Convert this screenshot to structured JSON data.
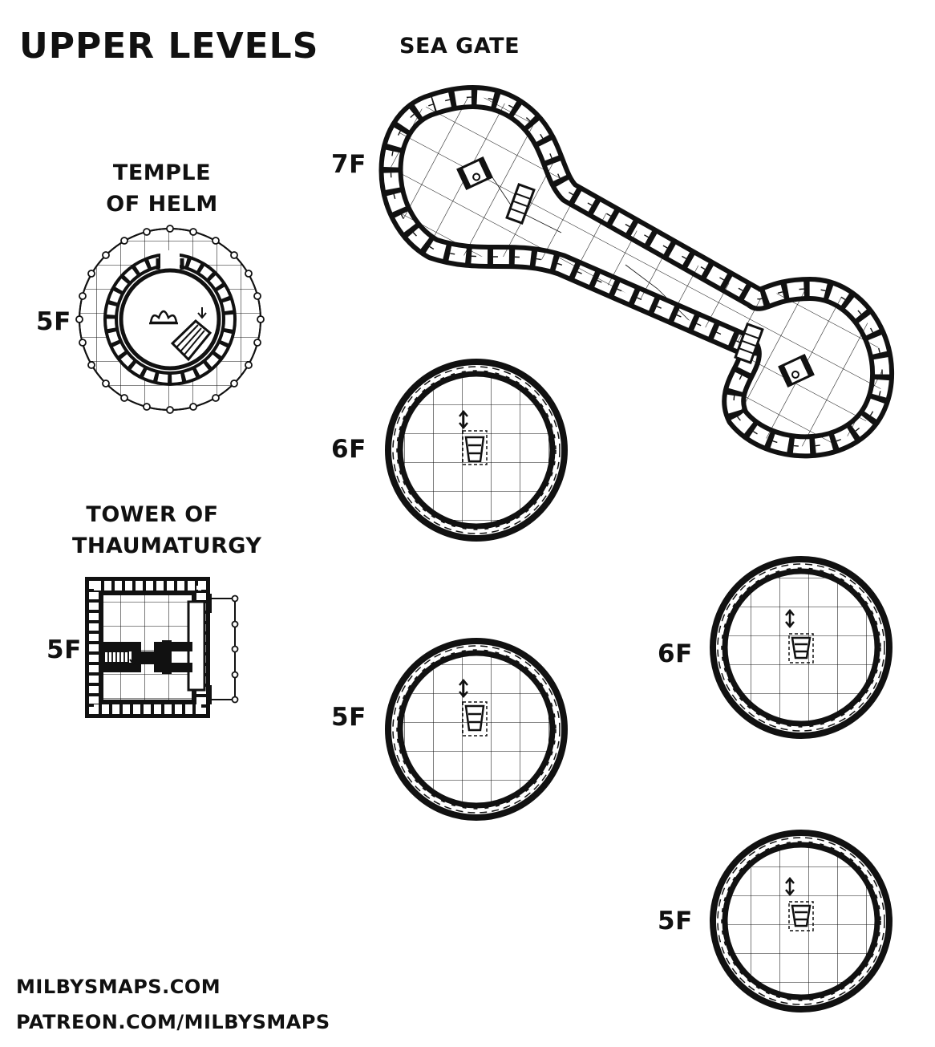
{
  "title": "UPPER LEVELS",
  "sections": {
    "sea_gate": {
      "name": "SEA GATE",
      "floor_top": "7F",
      "floor_left_upper": "6F",
      "floor_left_lower": "5F",
      "floor_right_upper": "6F",
      "floor_right_lower": "5F"
    },
    "temple": {
      "name_line1": "TEMPLE",
      "name_line2": "OF HELM",
      "floor": "5F"
    },
    "tower": {
      "name_line1": "TOWER OF",
      "name_line2": "THAUMATURGY",
      "floor": "5F"
    }
  },
  "credits": {
    "site": "MILBYSMAPS.COM",
    "patreon": "PATREON.COM/MILBYSMAPS"
  },
  "colors": {
    "ink": "#111111",
    "paper": "#ffffff"
  },
  "icons": [
    "stair-icon",
    "ladder-icon",
    "altar-icon",
    "ballista-icon",
    "stair-arrow-icon"
  ]
}
